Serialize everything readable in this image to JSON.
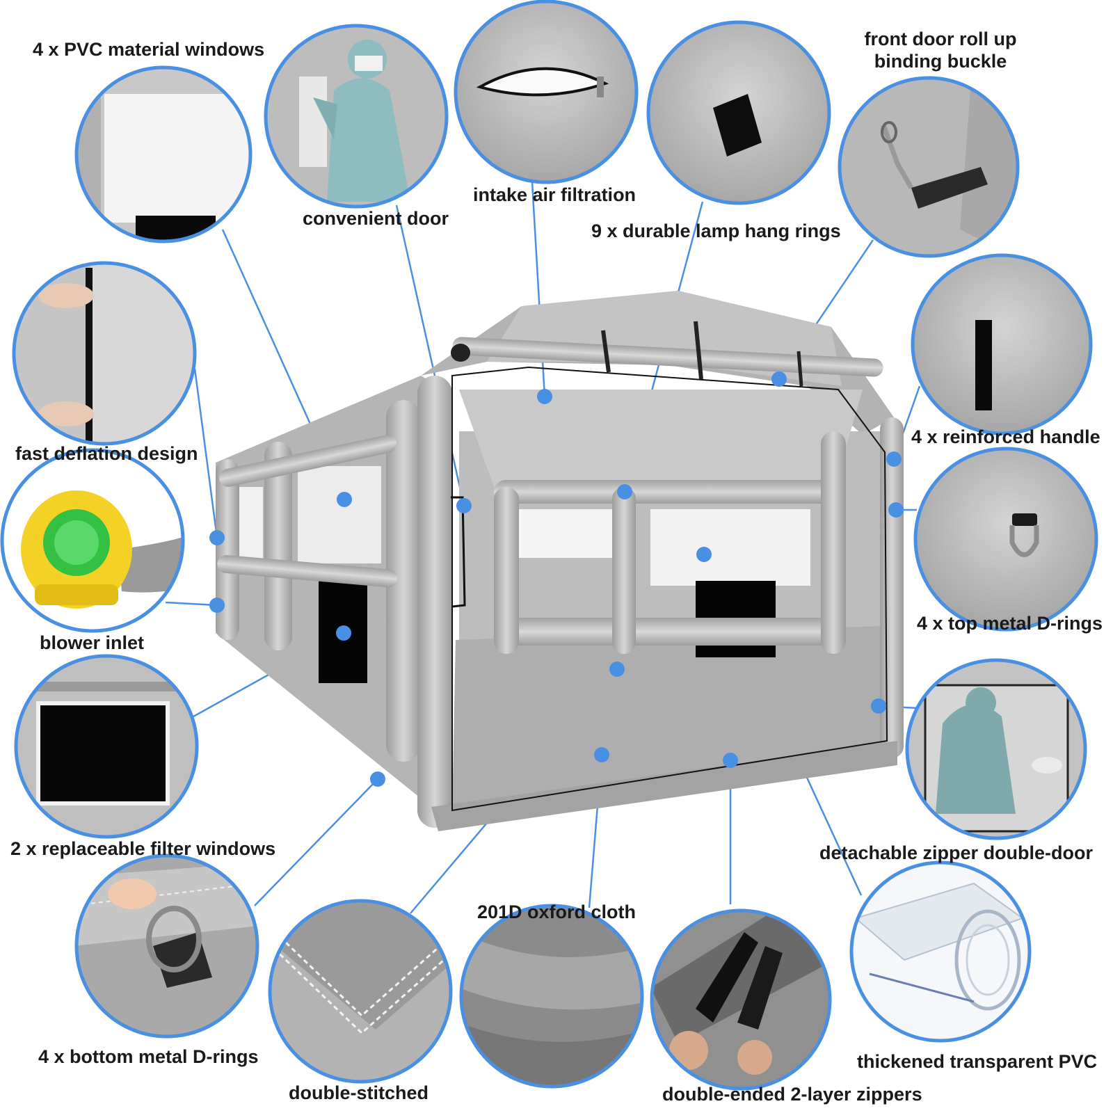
{
  "labels": {
    "pvc_windows": "4 x PVC material windows",
    "convenient_door": "convenient door",
    "intake_air": "intake air filtration",
    "lamp_rings": "9 x durable lamp hang rings",
    "front_door_buckle_1": "front door roll up",
    "front_door_buckle_2": "binding buckle",
    "fast_deflation": "fast deflation design",
    "reinforced_handle": "4 x reinforced handle",
    "blower_inlet": "blower inlet",
    "top_d_rings": "4 x top metal D-rings",
    "filter_windows": "2 x replaceable filter windows",
    "zipper_door": "detachable zipper double-door",
    "oxford_cloth": "201D oxford cloth",
    "bottom_d_rings": "4 x bottom metal D-rings",
    "double_stitched": "double-stitched",
    "zippers": "double-ended 2-layer zippers",
    "transparent_pvc": "thickened transparent PVC"
  },
  "colors": {
    "accent": "#4a90e2",
    "tent": "#b9b9b9",
    "tent_dark": "#8f8f8f",
    "text": "#1a1a1a"
  }
}
